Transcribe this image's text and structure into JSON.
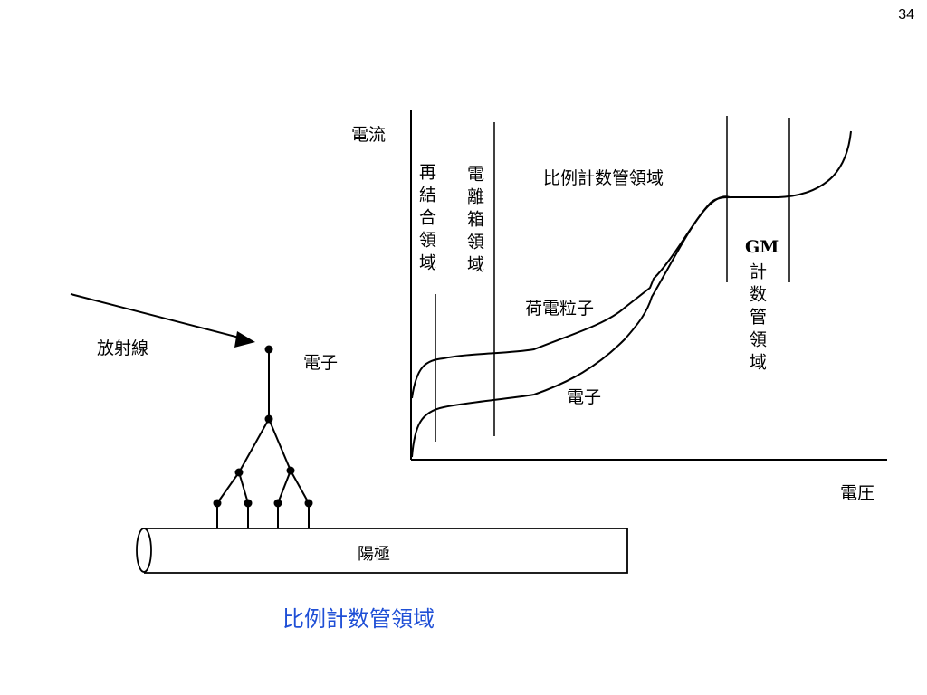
{
  "page_number": "34",
  "graph": {
    "y_axis_label": "電流",
    "x_axis_label": "電圧",
    "regions": {
      "recombination": "再結合領域",
      "ionization": "電離箱領域",
      "proportional": "比例計数管領域",
      "gm_prefix": "GM",
      "gm_suffix": "計数管領域"
    },
    "curve_labels": {
      "charged_particle": "荷電粒子",
      "electron": "電子"
    }
  },
  "schematic": {
    "radiation_label": "放射線",
    "electron_label": "電子",
    "anode_label": "陽極"
  },
  "caption": "比例計数管領域"
}
